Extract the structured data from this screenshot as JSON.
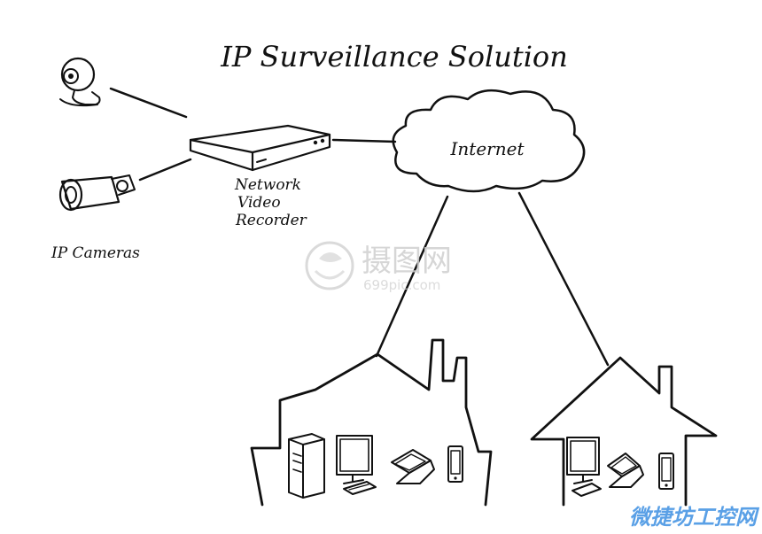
{
  "diagram": {
    "title": "IP Surveillance Solution",
    "labels": {
      "cameras": "IP Cameras",
      "recorder_line1": "Network",
      "recorder_line2": "Video",
      "recorder_line3": "Recorder",
      "cloud": "Internet"
    }
  },
  "watermark": {
    "brand": "摄图网",
    "url": "699pic.com",
    "corner": "微捷坊工控网"
  },
  "colors": {
    "ink": "#111111",
    "watermark": "#d0d0d0",
    "corner_mark": "#5aa0e6"
  }
}
